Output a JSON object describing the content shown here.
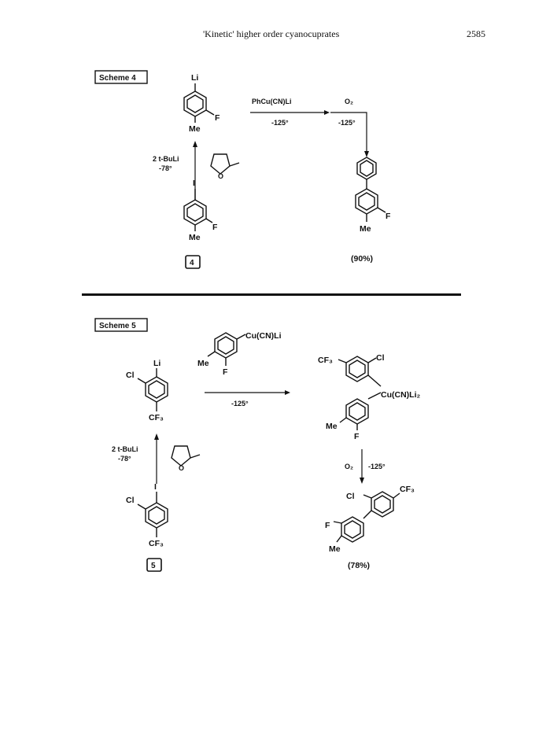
{
  "header": {
    "running_title": "'Kinetic' higher order cyanocuprates",
    "page_number": "2585"
  },
  "scheme4": {
    "label": "Scheme 4",
    "compound_number": "4",
    "start_substituent_top": "I",
    "start_F": "F",
    "start_Me": "Me",
    "reagent": "2 t-BuLi",
    "reagent_temp": "-78°",
    "lithio_top": "Li",
    "lithio_F": "F",
    "lithio_Me": "Me",
    "cuprate_reagent": "PhCu(CN)Li",
    "cuprate_temp": "-125°",
    "oxidant": "O₂",
    "oxidant_temp": "-125°",
    "product_F": "F",
    "product_Me": "Me",
    "yield": "(90%)"
  },
  "scheme5": {
    "label": "Scheme 5",
    "compound_number": "5",
    "start_I": "I",
    "start_Cl": "Cl",
    "start_CF3": "CF₃",
    "reagent": "2 t-BuLi",
    "reagent_temp": "-78°",
    "lithio_Li": "Li",
    "lithio_Cl": "Cl",
    "lithio_CF3": "CF₃",
    "cuprate_group": "Cu(CN)Li",
    "cuprate_Me": "Me",
    "cuprate_F": "F",
    "step_temp": "-125°",
    "inter_CF3": "CF₃",
    "inter_Cl": "Cl",
    "inter_Cu": "Cu(CN)Li₂",
    "inter_Me": "Me",
    "inter_F": "F",
    "oxidant": "O₂",
    "oxidant_temp": "-125°",
    "product_CF3": "CF₃",
    "product_Cl": "Cl",
    "product_F": "F",
    "product_Me": "Me",
    "yield": "(78%)"
  }
}
